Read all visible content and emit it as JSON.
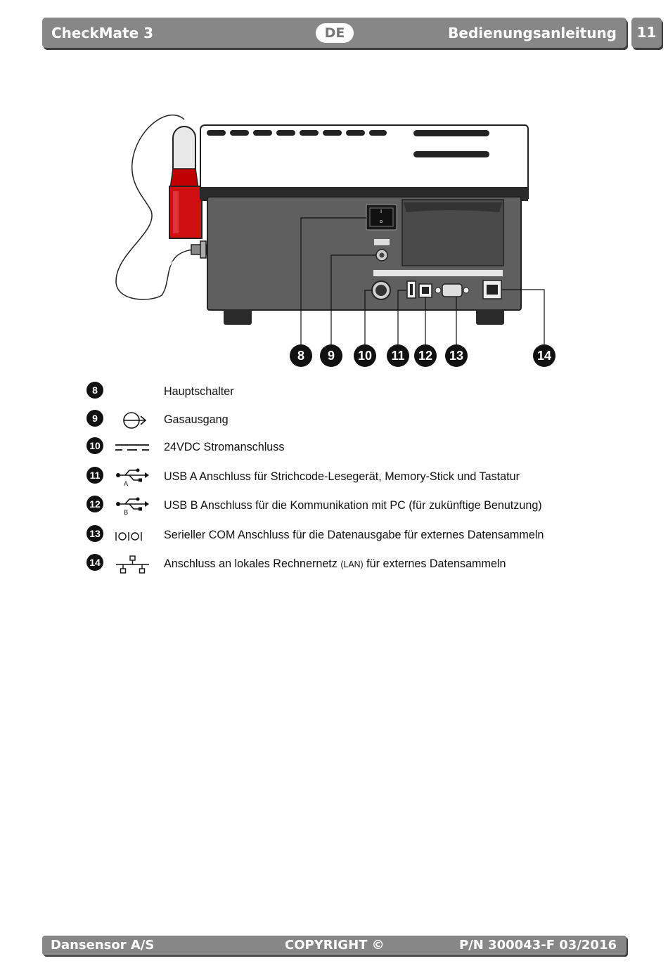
{
  "header": {
    "product": "CheckMate 3",
    "language_badge": "DE",
    "doc_title": "Bedienungsanleitung",
    "page_number": "11"
  },
  "figure": {
    "callouts": [
      "8",
      "9",
      "10",
      "11",
      "12",
      "13",
      "14"
    ]
  },
  "legend": [
    {
      "num": "8",
      "icon": "none",
      "text": "Hauptschalter"
    },
    {
      "num": "9",
      "icon": "gas-outlet-icon",
      "text": "Gasausgang"
    },
    {
      "num": "10",
      "icon": "dc-power-icon",
      "text": "24VDC Stromanschluss"
    },
    {
      "num": "11",
      "icon": "usb-a-icon",
      "icon_label": "A",
      "text": "USB A Anschluss für Strichcode-Lesegerät, Memory-Stick und Tastatur"
    },
    {
      "num": "12",
      "icon": "usb-b-icon",
      "icon_label": "B",
      "text": "USB B Anschluss für die Kommunikation mit PC (für zukünftige Benutzung)"
    },
    {
      "num": "13",
      "icon": "serial-port-icon",
      "icon_label": "IOIOI",
      "text": "Serieller COM Anschluss für die Datenausgabe für externes Datensammeln"
    },
    {
      "num": "14",
      "icon": "lan-network-icon",
      "text_before": "Anschluss an lokales Rechnernetz",
      "text_small": "(LAN)",
      "text_after": "für externes Datensammeln"
    }
  ],
  "footer": {
    "company": "Dansensor A/S",
    "copyright": "COPYRIGHT ©",
    "part_number": "P/N 300043-F 03/2016"
  }
}
